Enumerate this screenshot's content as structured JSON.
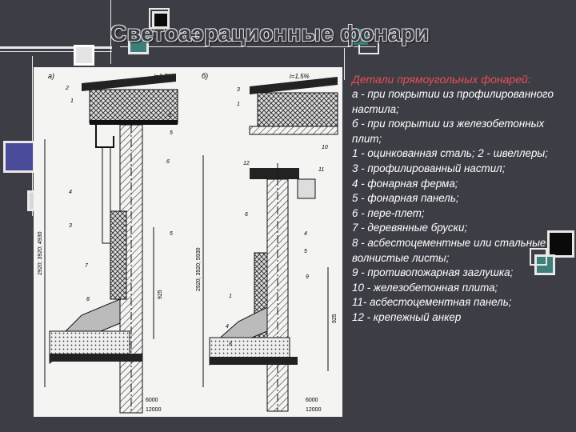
{
  "page": {
    "title": "Светоаэрационные фонари"
  },
  "drawing": {
    "panel_a_label": "а)",
    "panel_b_label": "б)",
    "slope_a": "i=1,5%",
    "slope_b": "i=1,5%",
    "dim_a_left": "2920; 3920; 4930",
    "dim_a_mid": "925",
    "dim_b_left": "2920; 3920; 5930",
    "dim_b_right": "925",
    "bottom_a_top": "6000",
    "bottom_a_bot": "12000",
    "bottom_b_top": "6000",
    "bottom_b_bot": "12000",
    "callouts_a": [
      "2",
      "1",
      "3",
      "5",
      "6",
      "4",
      "5",
      "3",
      "7",
      "8"
    ],
    "callouts_b": [
      "3",
      "1",
      "10",
      "11",
      "12",
      "6",
      "4",
      "5",
      "9",
      "1",
      "4",
      "8"
    ]
  },
  "caption": {
    "heading": "Детали прямоугольных фонарей:",
    "items": [
      "а - при покрытии из профилированного настила;",
      "б - при покрытии из железобетонных плит;",
      "1 - оцинкованная сталь; 2 - швеллеры;",
      "3 - профилированный настил;",
      "4 - фонарная ферма;",
      "5 - фонарная панель;",
      "6 - пере-плет;",
      "7 - деревянные бруски;",
      "8 - асбестоцементные или стальные волнистые листы;",
      "9 - противопожарная заглушка;",
      "10 - железобетонная плита;",
      "11- асбестоцементная панель;",
      "12 - крепежный анкер"
    ]
  },
  "colors": {
    "background": "#3d3d45",
    "accent_blue": "#4b4b9b",
    "accent_teal": "#3e7f7c",
    "heading_red": "#e8504f"
  }
}
